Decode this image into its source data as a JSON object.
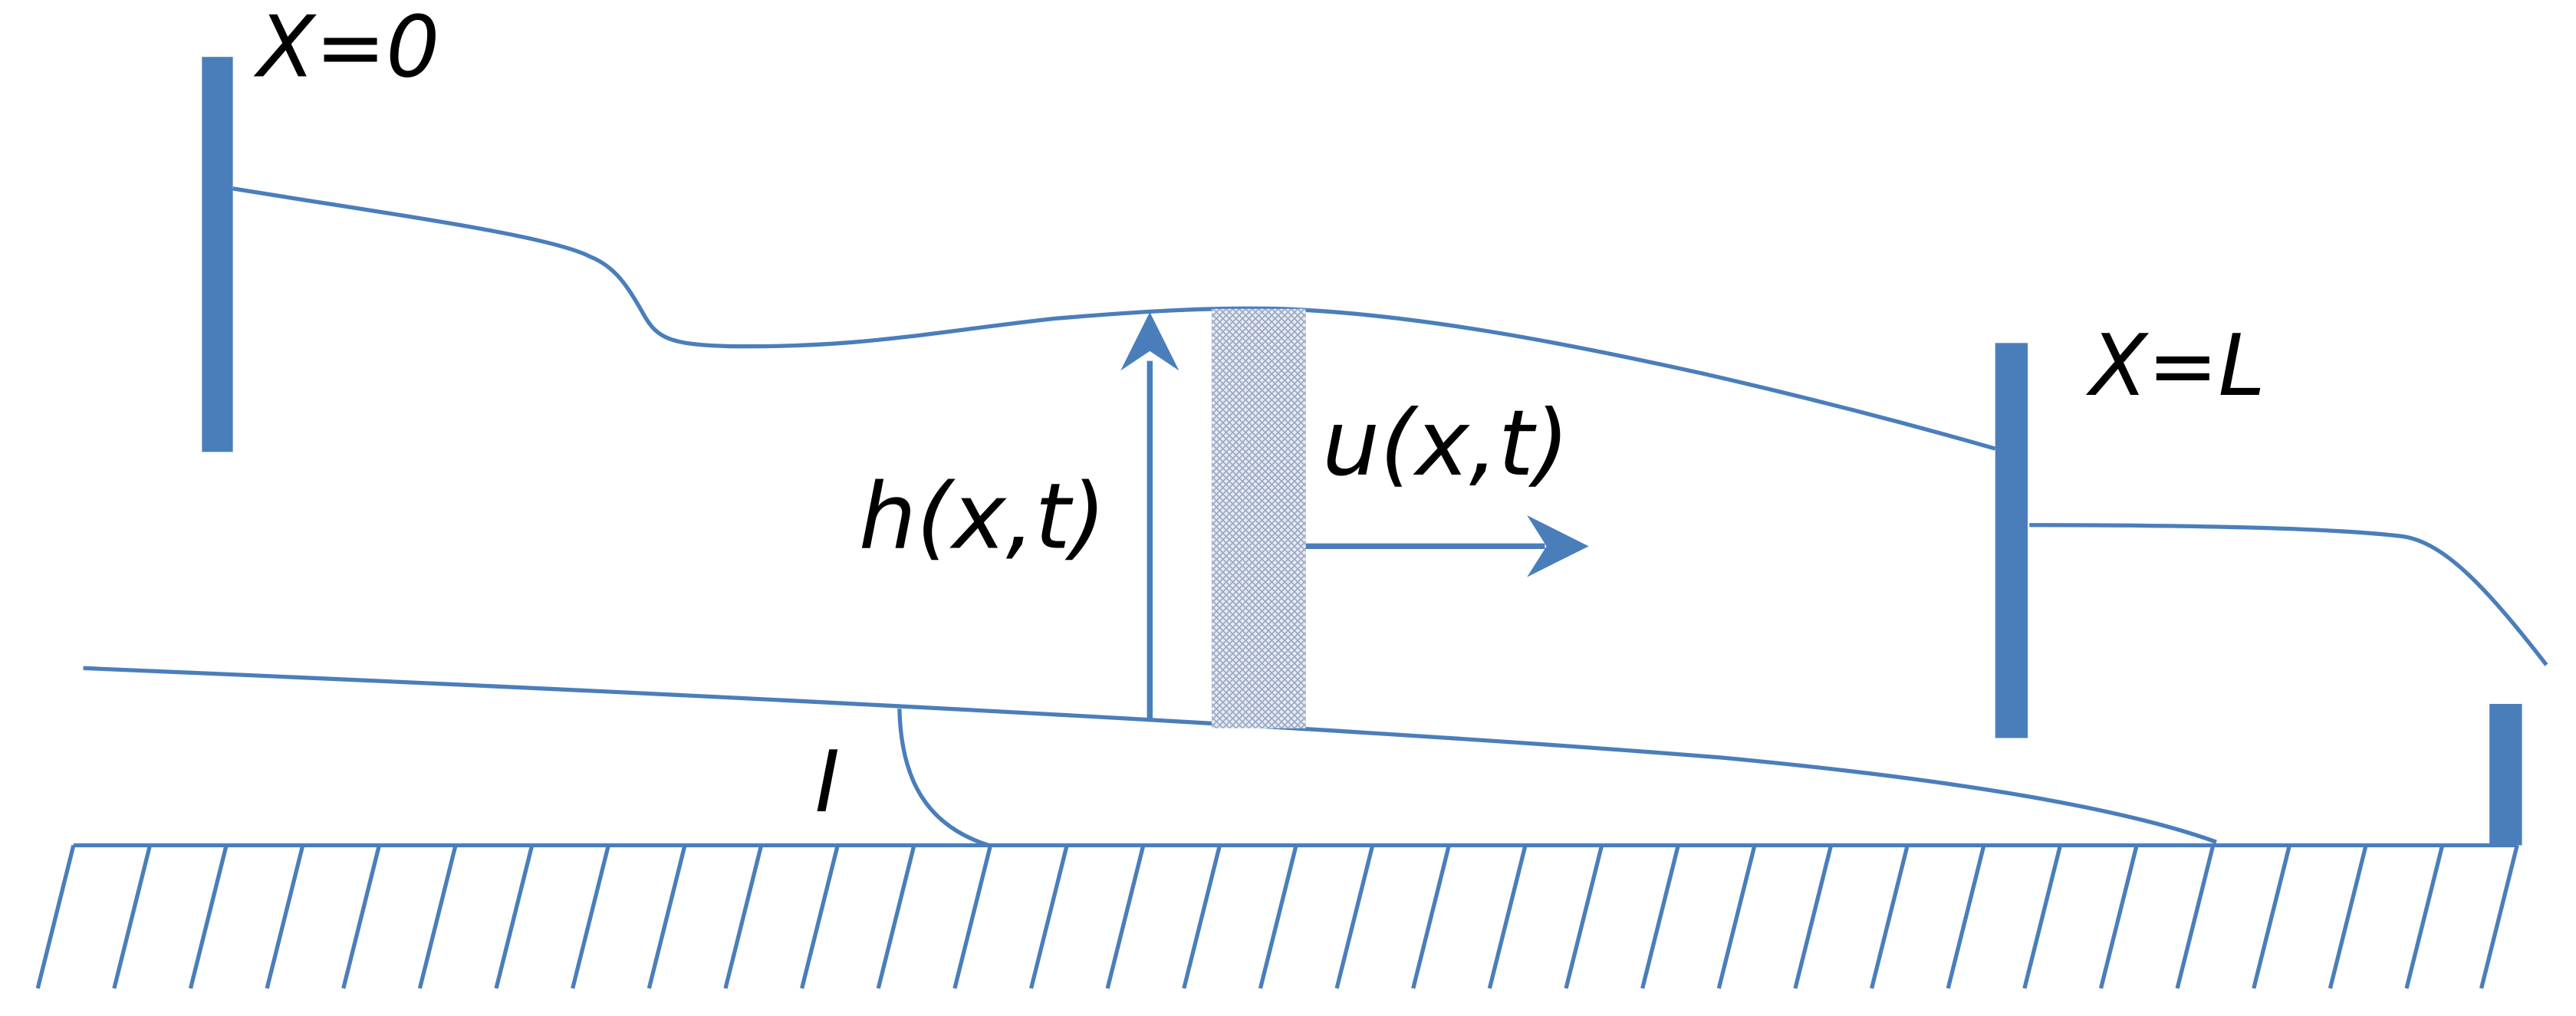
{
  "labels": {
    "upstream_boundary": "X=0",
    "downstream_boundary": "X=L",
    "depth": "h(x,t)",
    "velocity": "u(x,t)",
    "slope": "I"
  },
  "colors": {
    "line": "#4a7ebb",
    "text": "#000000",
    "hatch_fill": "#c8cfe0"
  }
}
